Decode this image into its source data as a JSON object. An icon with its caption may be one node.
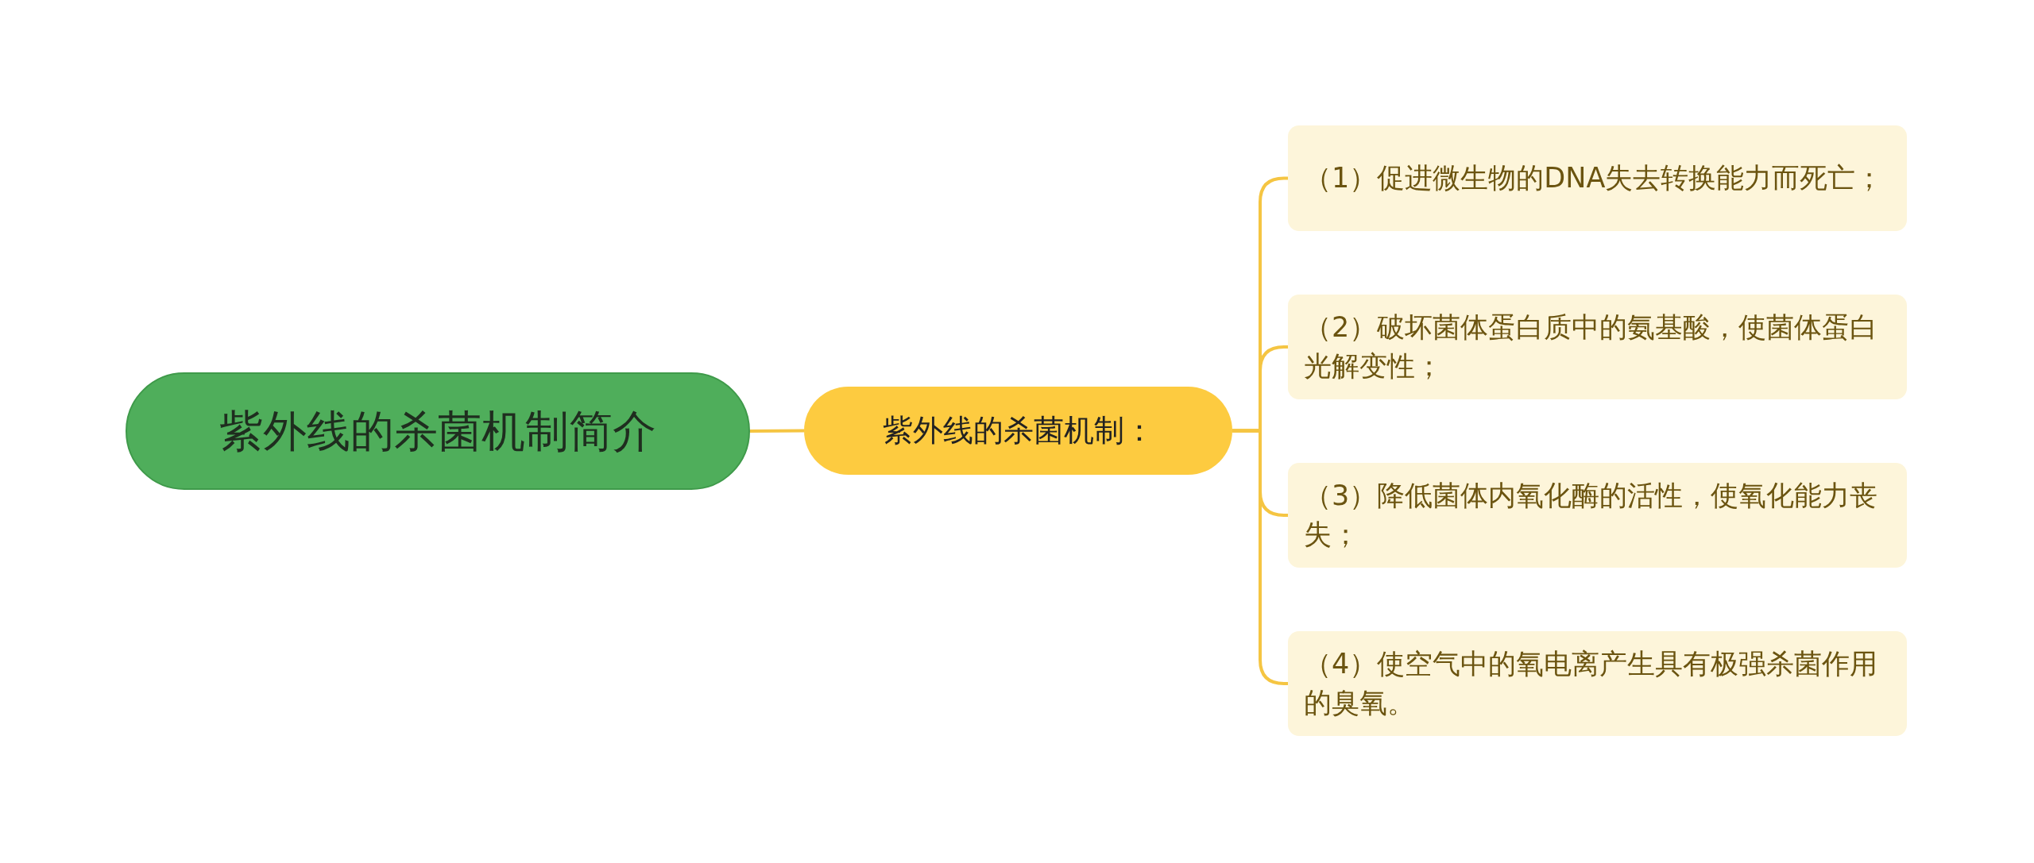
{
  "diagram": {
    "nodes": [
      {
        "text": [
          "紫外线的杀菌机制简介"
        ]
      },
      {
        "text": [
          "紫外线的杀菌机制："
        ]
      },
      {
        "text": [
          "（1）促进微生物的DNA失去转换能力而死亡；"
        ]
      },
      {
        "text": [
          "（2）破坏菌体蛋白质中的氨基酸，使菌体蛋白光解变性；"
        ]
      },
      {
        "text": [
          "（3）降低菌体内氧化酶的活性，使氧化能力丧失；"
        ]
      },
      {
        "text": [
          "（4）使空气中的氧电离产生具有极强杀菌作用的臭氧。"
        ]
      }
    ],
    "edges": [
      {
        "from": 0,
        "to": 1,
        "arrow": "none"
      },
      {
        "from": 1,
        "to": 2,
        "arrow": "none"
      },
      {
        "from": 1,
        "to": 3,
        "arrow": "none"
      },
      {
        "from": 1,
        "to": 4,
        "arrow": "none"
      },
      {
        "from": 1,
        "to": 5,
        "arrow": "none"
      }
    ]
  }
}
